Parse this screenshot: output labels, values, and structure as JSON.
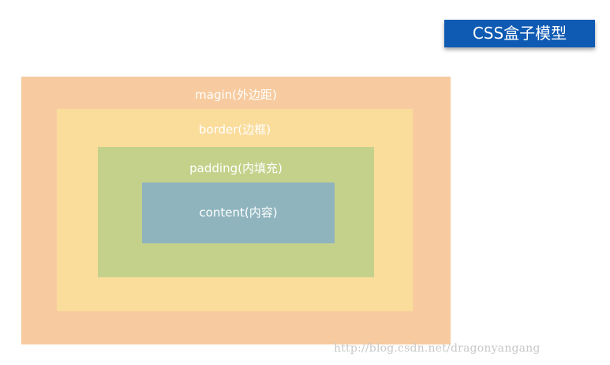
{
  "title": "CSS盒子模型",
  "layers": {
    "margin": {
      "label": "magin(外边距)"
    },
    "border": {
      "label": "border(边框)"
    },
    "padding": {
      "label": "padding(内填充)"
    },
    "content": {
      "label": "content(内容)"
    }
  },
  "watermark": "http://blog.csdn.net/dragonyangang",
  "colors": {
    "title_bg": "#0f5bb3",
    "margin": "#f7cb9f",
    "border": "#fadc9b",
    "padding": "#c4d18b",
    "content": "#8fb4be"
  }
}
